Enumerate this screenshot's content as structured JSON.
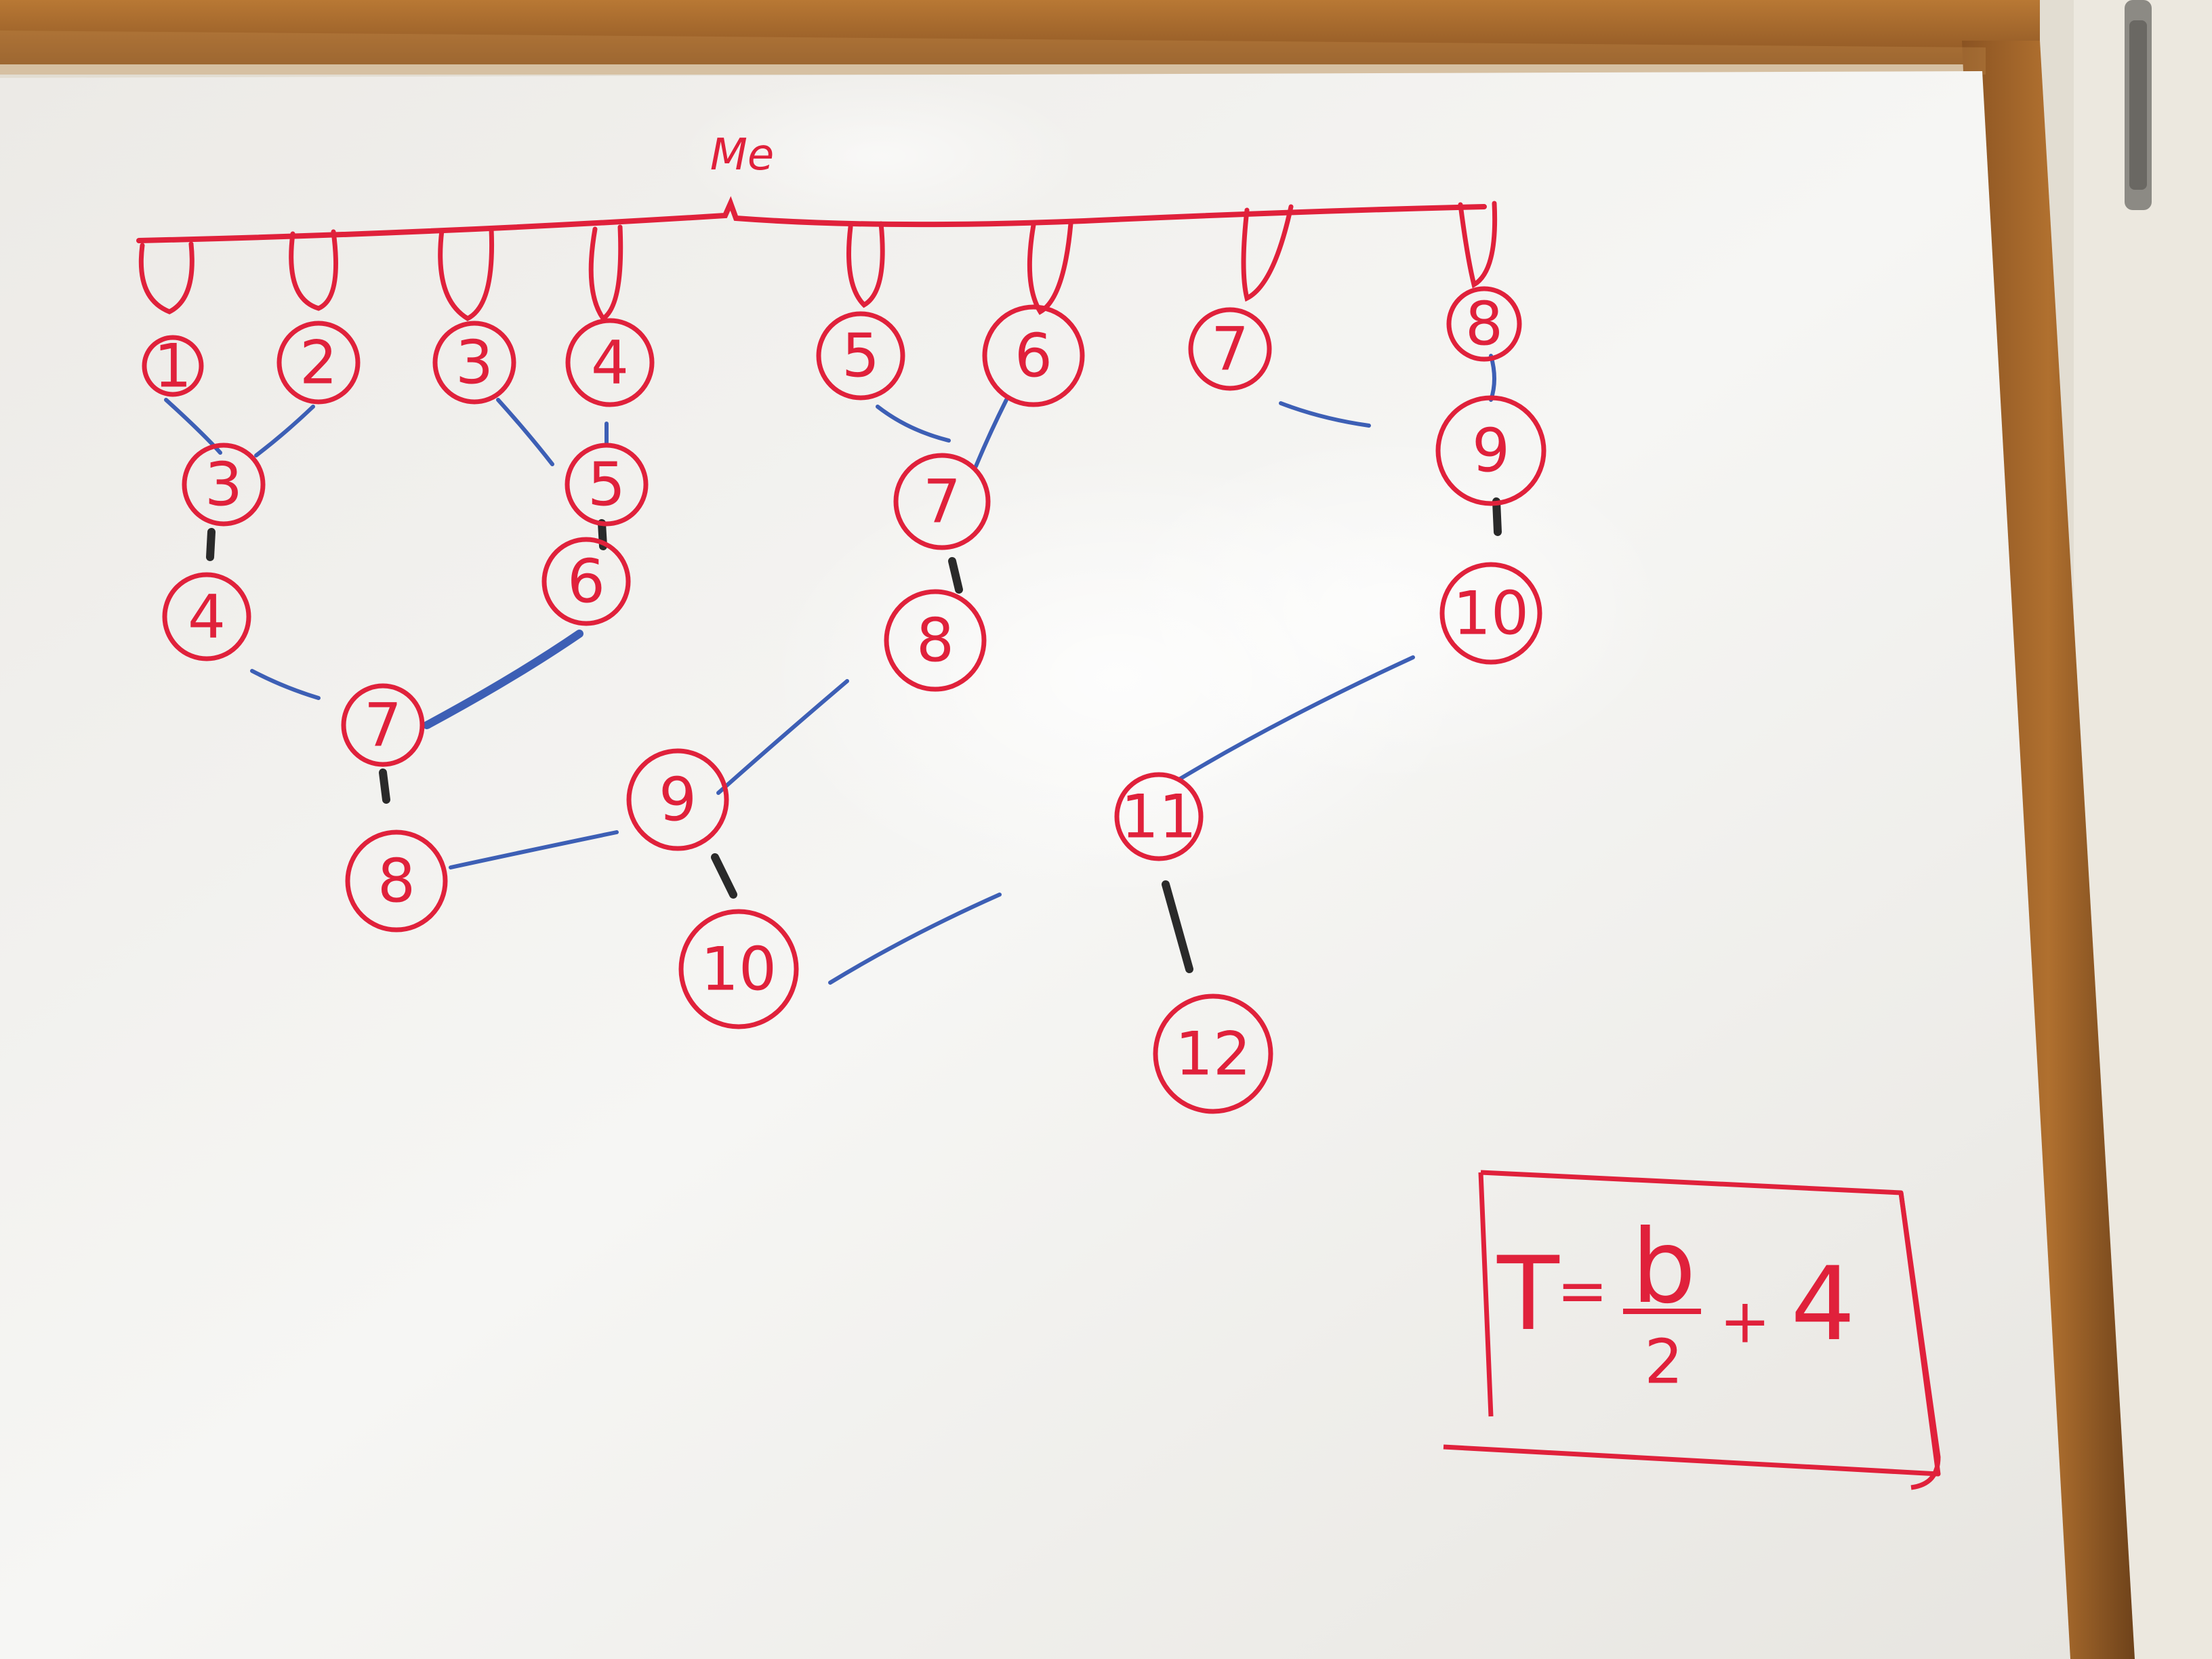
{
  "board": {
    "title": "Me",
    "top_row": [
      "1",
      "2",
      "3",
      "4",
      "5",
      "6",
      "7",
      "8"
    ],
    "middle_nodes": [
      "3",
      "4",
      "5",
      "6",
      "7",
      "7",
      "8",
      "8",
      "9",
      "10",
      "9",
      "10",
      "11",
      "12"
    ],
    "formula": {
      "lhs": "T",
      "equals": "=",
      "numerator": "b",
      "denominator": "2",
      "plus": "+",
      "constant": "4"
    }
  },
  "colors": {
    "marker_red": "#e0213b",
    "marker_blue": "#3d5fb5",
    "marker_black": "#2a2a2a",
    "frame_wood": "#a8692e",
    "board_white": "#f4f4f2",
    "wall": "#d9d4c8"
  }
}
